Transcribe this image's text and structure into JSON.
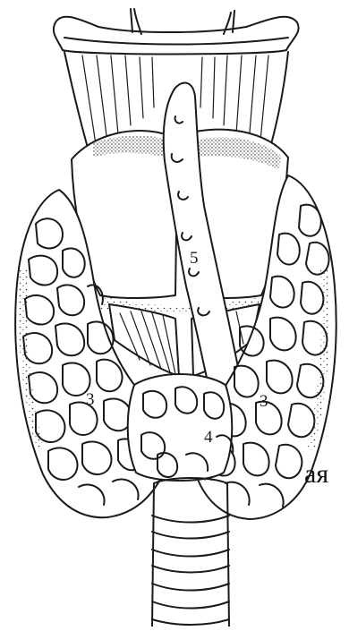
{
  "illustration": {
    "subject": "thyroid-gland-anterior-view",
    "labels": {
      "right_lobe": "3",
      "left_lobe": "3",
      "isthmus": "4",
      "pyramidal_lobe": "5"
    },
    "edge_text": "ая",
    "ink_color": "#1a1a1a",
    "background": "#ffffff"
  }
}
